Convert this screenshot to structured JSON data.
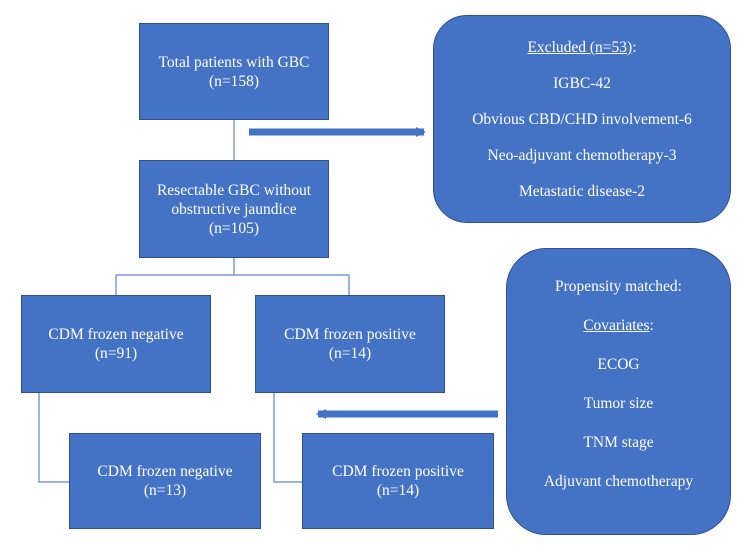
{
  "boxes": {
    "total": {
      "line1": "Total patients with GBC",
      "line2": "(n=158)"
    },
    "resectable": {
      "line1": "Resectable GBC without",
      "line2": "obstructive jaundice",
      "line3": "(n=105)"
    },
    "neg_frozen": {
      "line1": "CDM frozen negative",
      "line2": "(n=91)"
    },
    "pos_frozen": {
      "line1": "CDM frozen positive",
      "line2": "(n=14)"
    },
    "neg_matched": {
      "line1": "CDM frozen negative",
      "line2": "(n=13)"
    },
    "pos_matched": {
      "line1": "CDM frozen positive",
      "line2": "(n=14)"
    }
  },
  "excluded": {
    "heading_underlined": "Excluded (n=53)",
    "heading_suffix": ":",
    "items": [
      "IGBC-42",
      "Obvious CBD/CHD involvement-6",
      "Neo-adjuvant chemotherapy-3",
      "Metastatic disease-2"
    ]
  },
  "propensity": {
    "title": "Propensity matched:",
    "covariates_underlined": "Covariates",
    "covariates_suffix": ":",
    "items": [
      "ECOG",
      "Tumor size",
      "TNM stage",
      "Adjuvant chemotherapy"
    ]
  },
  "colors": {
    "box_fill": "#4472C4",
    "box_border": "#2F528F",
    "text": "#FFFFFF",
    "connector": "#4472C4"
  }
}
